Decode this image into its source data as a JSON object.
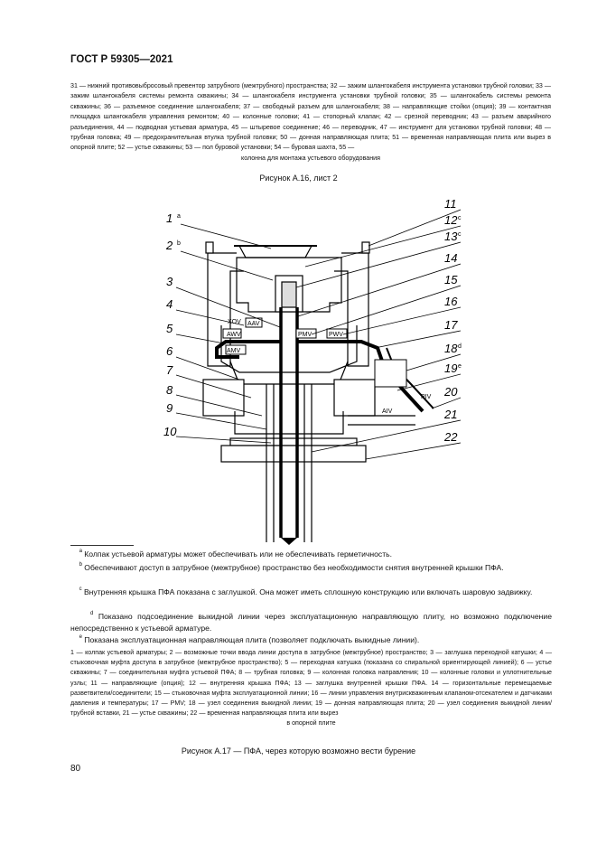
{
  "header": {
    "standard": "ГОСТ Р 59305—2021"
  },
  "legend_top": "31 — нижний противовыбросовый превентор затрубного (межтрубного) пространства; 32 — зажим шлангокабеля инструмента установки трубной головки; 33 — зажим шлангокабеля системы ремонта скважины; 34 — шлангокабеля инструмента установки трубной головки; 35 — шлангокабель системы ремонта скважины; 36 — разъемное соединение шлангокабеля; 37 — свободный разъем для шлангокабеля; 38 — направляющие стойки (опция); 39 — контактная площадка шлангокабеля управления ремонтом; 40 — колонные головки; 41 — стопорный клапан; 42 — срезной переводник; 43 — разъем аварийного разъединения, 44 — подводная устьевая арматура, 45 — штыревое соединение; 46 — переводник, 47 — инструмент для установки трубной головки; 48 — трубная головка; 49 — предохранительная втулка трубной головки; 50 — донная направляющая плита; 51 — временная направляющая плита или вырез в опорной плите; 52 — устье скважины; 53 — пол буровой установки; 54 — буровая шахта, 55 —",
  "legend_top_last": "колонна для монтажа устьевого оборудования",
  "caption_top": "Рисунок А.16, лист 2",
  "figure": {
    "callouts_left": [
      "1",
      "2",
      "3",
      "4",
      "5",
      "6",
      "7",
      "8",
      "9",
      "10"
    ],
    "callouts_left_sup": [
      "a",
      "b"
    ],
    "callouts_right": [
      "11",
      "12",
      "13",
      "14",
      "15",
      "16",
      "17",
      "18",
      "19",
      "20",
      "21",
      "22"
    ],
    "callouts_right_sup": [
      "c",
      "c",
      "d",
      "e"
    ],
    "valve_labels": {
      "xov": "XOV",
      "aav": "AAV",
      "awv": "AWV",
      "amv": "AMV",
      "pmv": "PMV",
      "pwv": "PWV",
      "piv": "PIV",
      "aiv": "AIV"
    }
  },
  "footnotes": [
    {
      "mark": "a",
      "text": "Колпак устьевой арматуры может обеспечивать или не обеспечивать герметичность."
    },
    {
      "mark": "b",
      "text": "Обеспечивают доступ в затрубное (межтрубное) пространство без необходимости снятия внутренней крышки ПФА."
    },
    {
      "mark": "c",
      "text": "Внутренняя крышка ПФА показана с заглушкой. Она может иметь сплошную конструкцию или включать шаровую задвижку."
    },
    {
      "mark": "d",
      "text": "Показано подсоединение выкидной линии через эксплуатационную направляющую плиту, но возможно подключение непосредственно к устьевой арматуре."
    },
    {
      "mark": "e",
      "text": "Показана эксплуатационная направляющая плита (позволяет подключать выкидные линии)."
    }
  ],
  "legend_bottom": "1 — колпак устьевой арматуры; 2 — возможные точки ввода линии доступа в затрубное (межтрубное) пространство; 3 — заглушка переходной катушки; 4 — стыковочная муфта доступа в затрубное (межтрубное пространство); 5 — переходная катушка (показана со спиральной ориентирующей линией); 6 — устье скважины; 7 — соединительная муфта устьевой ПФА; 8 — трубная головка; 9 — колонная головка направления; 10 — колонные головки и уплотнительные узлы; 11 — направляющие (опция); 12 — внутренняя крышка ПФА; 13 — заглушка внутренней крышки ПФА. 14 — горизонтальные перемещаемые разветвители/соединители; 15 — стыковочная муфта эксплуатационной линии; 16 — линии управления внутрискважинным клапаном-отсекателем и датчиками давления и температуры; 17 — PMV; 18 — узел соединения выкидной линии; 19 — донная направляющая плита; 20 — узел соединения выкидной линии/трубной вставки, 21 — устье скважины; 22 — временная направляющая плита или вырез",
  "legend_bottom_last": "в опорной плите",
  "caption_bottom": "Рисунок А.17 — ПФА, через которую возможно вести бурение",
  "page_number": "80"
}
